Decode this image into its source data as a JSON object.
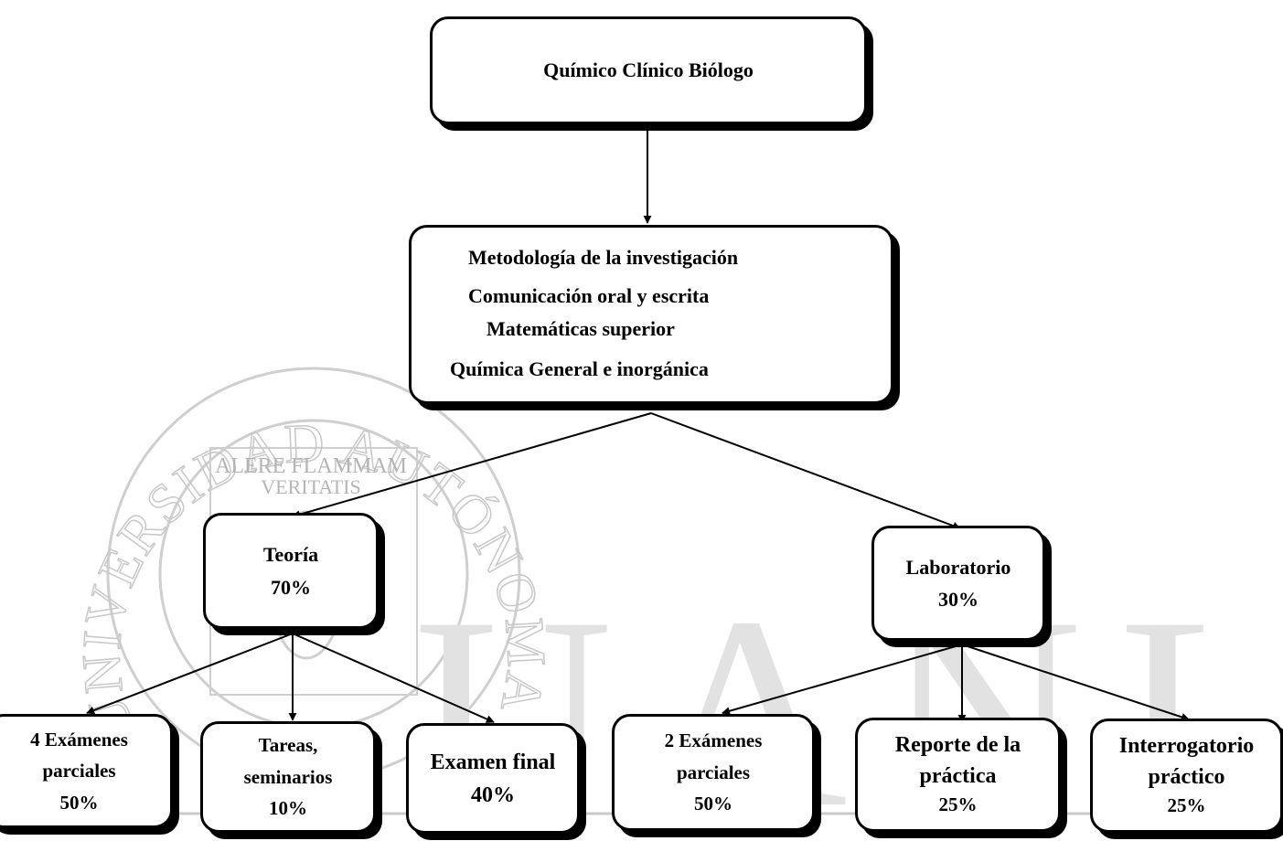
{
  "watermark": {
    "seal_text": "UNIVERSIDAD AUTÓNOMA DE NUEVO LEÓN",
    "motto_line1": "ALERE FLAMMAM",
    "motto_line2": "VERITATIS",
    "big_letters": "UANL"
  },
  "root": {
    "label": "Químico Clínico Biólogo"
  },
  "subjects": [
    "Metodología de la investigación",
    "Comunicación oral y escrita",
    "Matemáticas superior",
    "Química General e inorgánica"
  ],
  "theory": {
    "label": "Teoría",
    "percent": "70%",
    "children": [
      {
        "line1": "4 Exámenes",
        "line2": "parciales",
        "percent": "50%"
      },
      {
        "line1": "Tareas,",
        "line2": "seminarios",
        "percent": "10%"
      },
      {
        "line1": "Examen final",
        "line2": "",
        "percent": "40%"
      }
    ]
  },
  "lab": {
    "label": "Laboratorio",
    "percent": "30%",
    "children": [
      {
        "line1": "2 Exámenes",
        "line2": "parciales",
        "percent": "50%"
      },
      {
        "line1": "Reporte de la",
        "line2": "práctica",
        "percent": "25%"
      },
      {
        "line1": "Interrogatorio",
        "line2": "práctico",
        "percent": "25%"
      }
    ]
  }
}
